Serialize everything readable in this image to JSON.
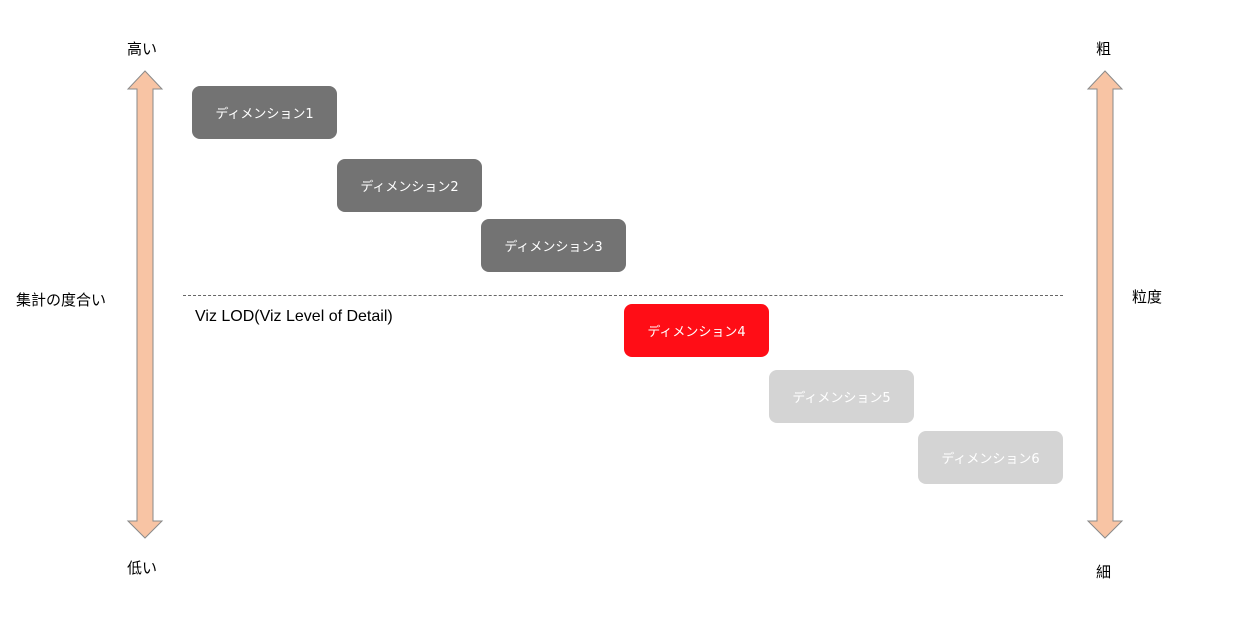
{
  "left_axis": {
    "top_label": "高い",
    "middle_label": "集計の度合い",
    "bottom_label": "低い"
  },
  "right_axis": {
    "top_label": "粗",
    "middle_label": "粒度",
    "bottom_label": "細"
  },
  "lod_label": "Viz LOD(Viz Level of Detail)",
  "dimensions": [
    {
      "label": "ディメンション1",
      "style": "dark"
    },
    {
      "label": "ディメンション2",
      "style": "dark"
    },
    {
      "label": "ディメンション3",
      "style": "dark"
    },
    {
      "label": "ディメンション4",
      "style": "red"
    },
    {
      "label": "ディメンション5",
      "style": "light"
    },
    {
      "label": "ディメンション6",
      "style": "light"
    }
  ],
  "colors": {
    "arrow_fill": "#f8c4a4",
    "arrow_stroke": "#8a8a8a",
    "dark": "#737373",
    "highlight": "#ff0d16",
    "light": "#d4d4d4"
  }
}
